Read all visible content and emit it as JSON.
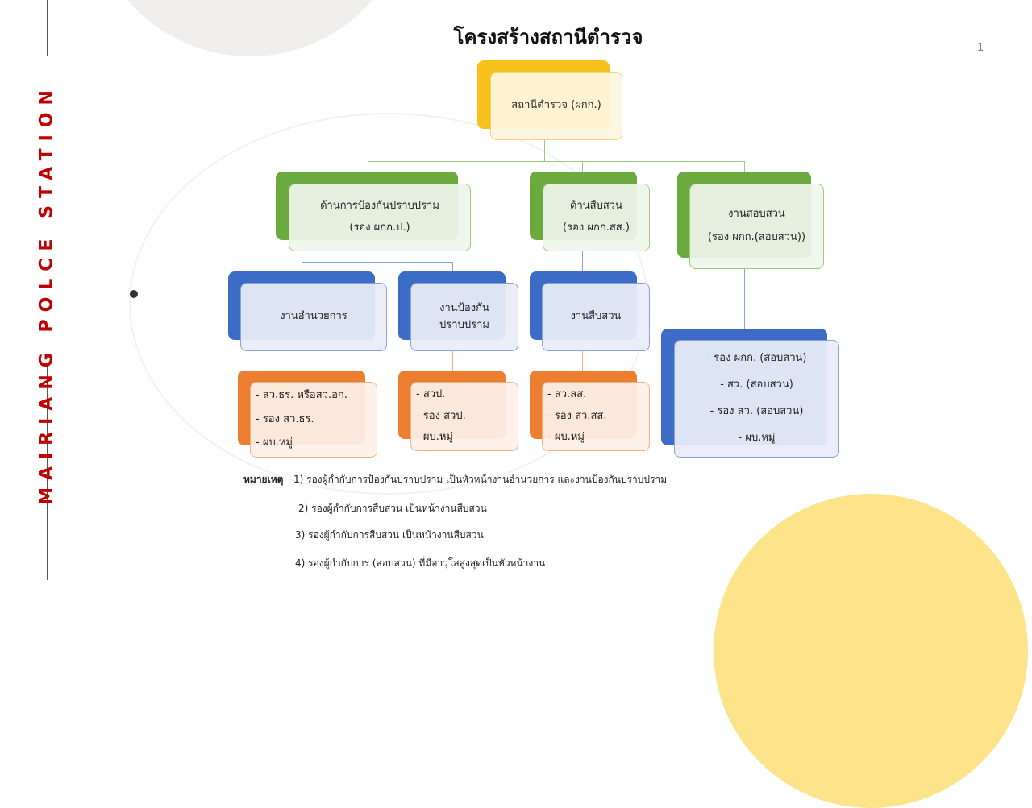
{
  "title": "โครงสร้างสถานีตำรวจ",
  "page_number": "1",
  "side_label": "MAIRIANG POLCE STATION",
  "colors": {
    "root": "#f7c01a",
    "level1": "#6aaa3f",
    "level2": "#3d6cc6",
    "level3": "#ed7d31",
    "side": "#c00000"
  },
  "root": {
    "label": "สถานีตำรวจ (ผกก.)"
  },
  "level1": [
    {
      "line1": "ด้านการป้องกันปราบปราม",
      "line2": "(รอง ผกก.ป.)"
    },
    {
      "line1": "ด้านสืบสวน",
      "line2": "(รอง ผกก.สส.)"
    },
    {
      "line1": "งานสอบสวน",
      "line2": "(รอง ผกก.(สอบสวน))"
    }
  ],
  "level2": [
    {
      "line1": "งานอำนวยการ"
    },
    {
      "line1": "งานป้องกัน",
      "line2": "ปราบปราม"
    },
    {
      "line1": "งานสืบสวน"
    },
    {
      "items": [
        "- รอง ผกก. (สอบสวน)",
        "- สว. (สอบสวน)",
        "- รอง สว. (สอบสวน)",
        "- ผบ.หมู่"
      ]
    }
  ],
  "level3": [
    {
      "items": [
        "- สว.ธร. หรือสว.อก.",
        "- รอง สว.ธร.",
        "- ผบ.หมู่"
      ]
    },
    {
      "items": [
        "- สวป.",
        "- รอง สวป.",
        "- ผบ.หมู่"
      ]
    },
    {
      "items": [
        "- สว.สส.",
        "- รอง สว.สส.",
        "- ผบ.หมู่"
      ]
    }
  ],
  "notes": {
    "label": "หมายเหตุ",
    "items": [
      "1) รองผู้กำกับการป้องกันปราบปราม เป็นหัวหน้างานอำนวยการ และงานป้องกันปราบปราม",
      "2)  รองผู้กำกับการสืบสวน เป็นหน้างานสืบสวน",
      "3) รองผู้กำกับการสืบสวน เป็นหน้างานสืบสวน",
      "4) รองผู้กำกับการ (สอบสวน) ที่มีอาวุโสสูงสุดเป็นหัวหน้างาน"
    ]
  }
}
